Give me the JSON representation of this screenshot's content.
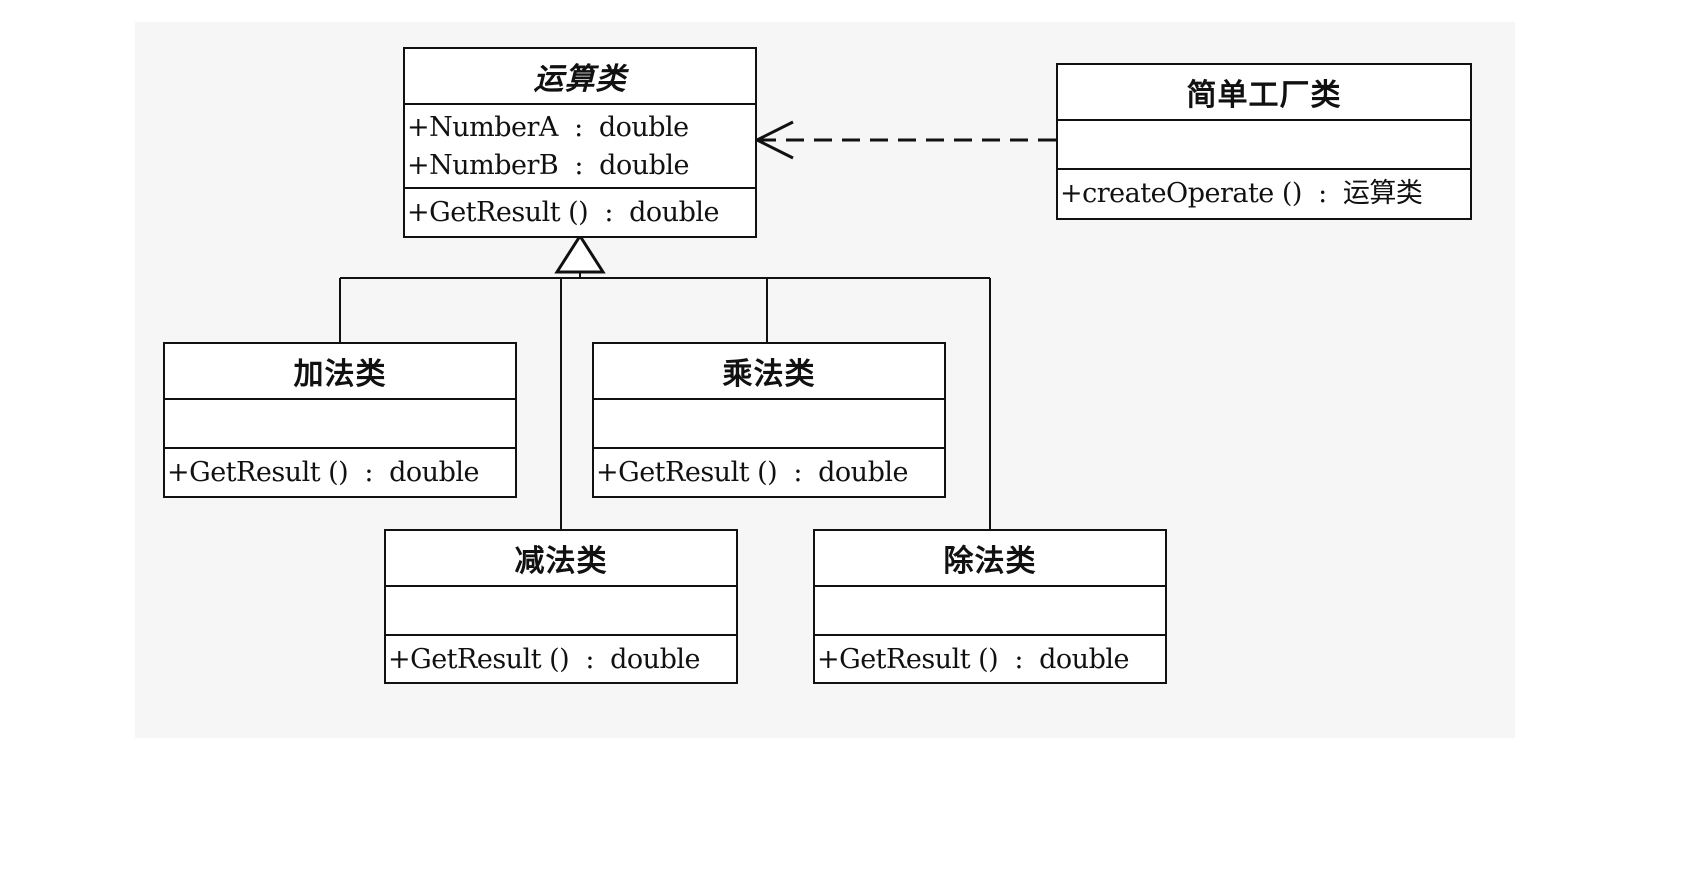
{
  "diagram": {
    "operation_class": {
      "name": "运算类",
      "attributes": [
        "+NumberA  :  double",
        "+NumberB  :  double"
      ],
      "operations": [
        "+GetResult ()  :  double"
      ]
    },
    "factory_class": {
      "name": "简单工厂类",
      "operations": [
        "+createOperate ()  :  运算类"
      ]
    },
    "subclasses": [
      {
        "name": "加法类",
        "operation": "+GetResult ()  :  double"
      },
      {
        "name": "减法类",
        "operation": "+GetResult ()  :  double"
      },
      {
        "name": "乘法类",
        "operation": "+GetResult ()  :  double"
      },
      {
        "name": "除法类",
        "operation": "+GetResult ()  :  double"
      }
    ]
  },
  "colors": {
    "line": "#111111",
    "panel_background": "#f6f6f6",
    "page_background": "#ffffff"
  },
  "relations": {
    "inheritance": "generalization-triangle",
    "dependency": "dashed-open-arrow"
  }
}
